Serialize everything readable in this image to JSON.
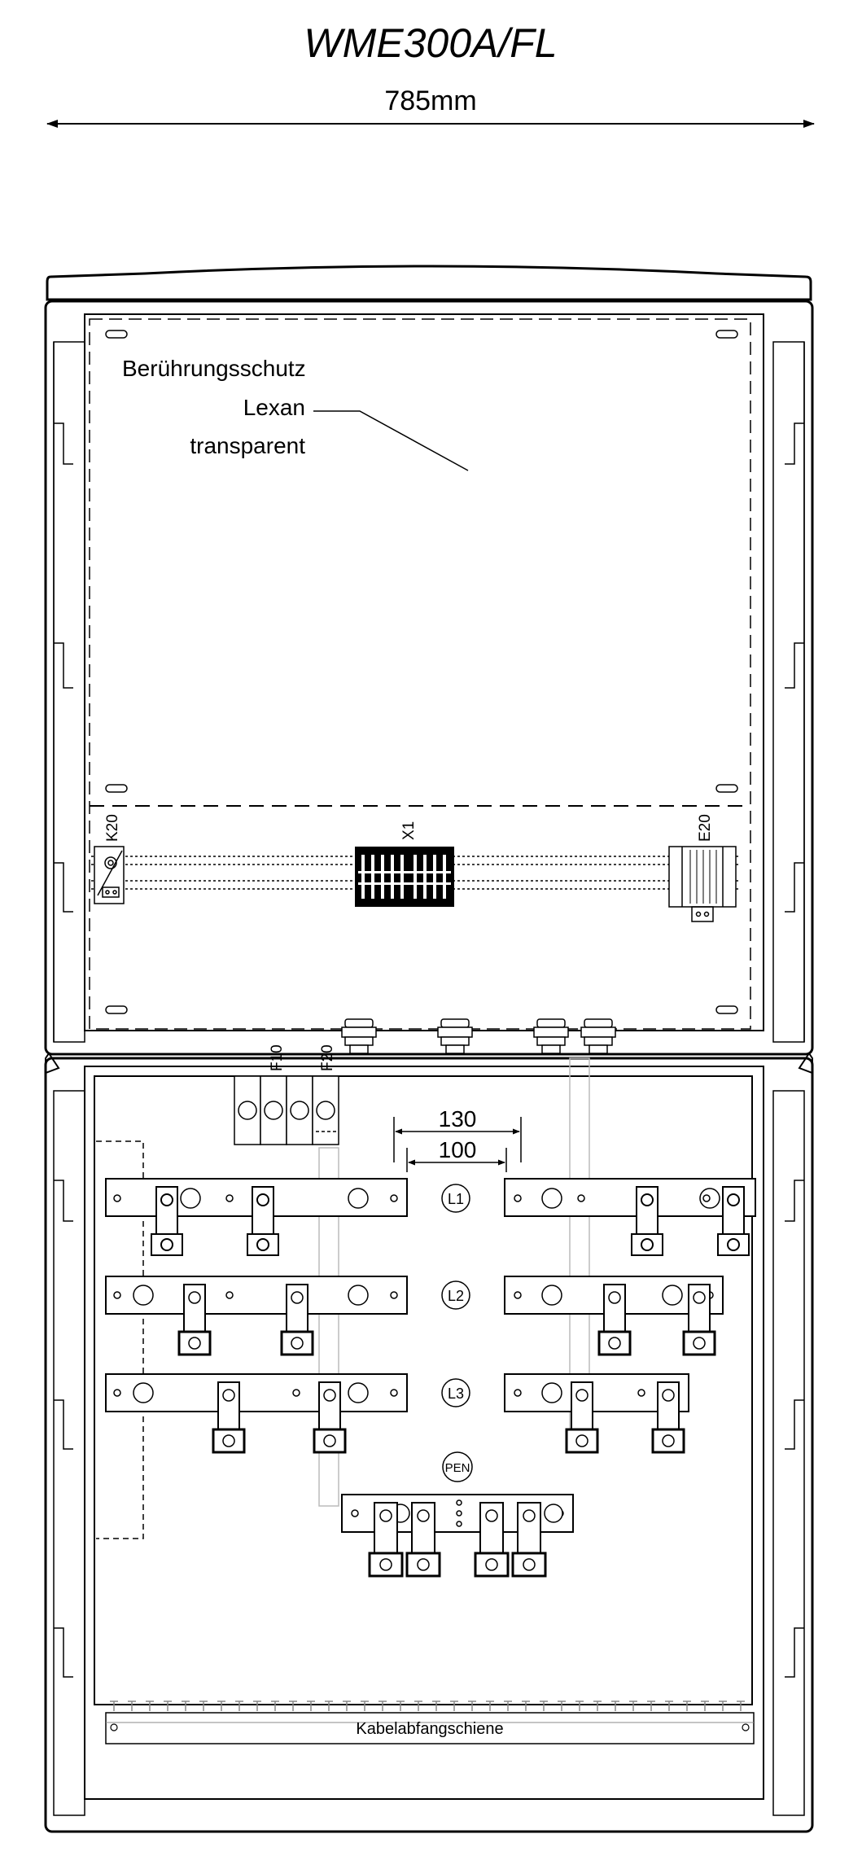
{
  "title": "WME300A/FL",
  "dimension_width": "785mm",
  "callout_lines": [
    "Berührungsschutz",
    "Lexan",
    "transparent"
  ],
  "labels": {
    "k20": "K20",
    "x1": "X1",
    "e20": "E20",
    "f10": "F10",
    "f20": "F20"
  },
  "dimension_130": "130",
  "dimension_100": "100",
  "busbar_labels": [
    "L1",
    "L2",
    "L3",
    "PEN"
  ],
  "cable_rail": "Kabelabfangschiene"
}
